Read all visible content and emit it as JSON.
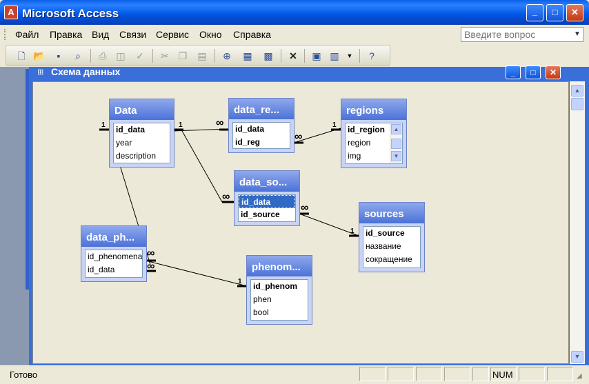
{
  "app": {
    "title": "Microsoft Access",
    "icon_letter": "A"
  },
  "window_buttons": {
    "minimize": "_",
    "maximize": "□",
    "close": "✕"
  },
  "menu": [
    {
      "label": "Файл"
    },
    {
      "label": "Правка"
    },
    {
      "label": "Вид"
    },
    {
      "label": "Связи"
    },
    {
      "label": "Сервис"
    },
    {
      "label": "Окно"
    },
    {
      "label": "Справка"
    }
  ],
  "ask": {
    "placeholder": "Введите вопрос"
  },
  "toolbar": {
    "icons": [
      "new-icon",
      "open-icon",
      "save-icon",
      "search-icon",
      "print-icon",
      "print-preview-icon",
      "spelling-icon",
      "cut-icon",
      "copy-icon",
      "paste-icon",
      "show-table-icon",
      "show-direct-icon",
      "show-all-icon",
      "delete-icon",
      "new-object-icon",
      "new-object-dropdown-icon",
      "help-icon"
    ]
  },
  "child_window": {
    "title": "Схема данных",
    "icon": "⊞"
  },
  "tables": {
    "data": {
      "name": "Data",
      "fields": [
        {
          "name": "id_data",
          "pk": true
        },
        {
          "name": "year"
        },
        {
          "name": "description"
        }
      ]
    },
    "data_reg": {
      "name": "data_re...",
      "fields": [
        {
          "name": "id_data",
          "pk": true
        },
        {
          "name": "id_reg",
          "pk": true
        }
      ]
    },
    "regions": {
      "name": "regions",
      "fields": [
        {
          "name": "id_region",
          "pk": true
        },
        {
          "name": "region"
        },
        {
          "name": "img"
        }
      ]
    },
    "data_source": {
      "name": "data_so...",
      "fields": [
        {
          "name": "id_data",
          "pk": true,
          "selected": true
        },
        {
          "name": "id_source",
          "pk": true
        }
      ]
    },
    "sources": {
      "name": "sources",
      "fields": [
        {
          "name": "id_source",
          "pk": true
        },
        {
          "name": "название"
        },
        {
          "name": "сокращение"
        }
      ]
    },
    "data_phen": {
      "name": "data_ph...",
      "fields": [
        {
          "name": "id_phenomena"
        },
        {
          "name": "id_data"
        }
      ]
    },
    "phenom": {
      "name": "phenom...",
      "fields": [
        {
          "name": "id_phenom",
          "pk": true
        },
        {
          "name": "phen"
        },
        {
          "name": "bool"
        }
      ]
    }
  },
  "relationships": {
    "one": "1",
    "many": "∞"
  },
  "status": {
    "text": "Готово",
    "num": "NUM"
  },
  "colors": {
    "title_blue": "#0054e3",
    "table_header": "#4b72d8",
    "selection": "#316ac5"
  }
}
